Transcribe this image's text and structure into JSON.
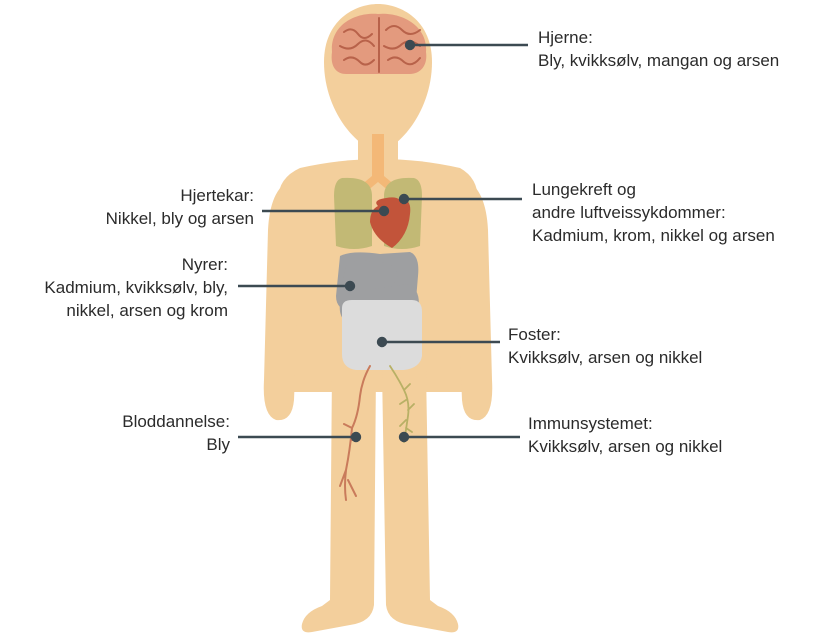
{
  "colors": {
    "skin": "#f3cf9c",
    "brain": "#e39a7e",
    "brain_lines": "#b8624a",
    "lungs": "#c2b975",
    "heart": "#c2543a",
    "trachea": "#f3b877",
    "organs_grey": "#9e9fa1",
    "stomach_grey": "#c9cacc",
    "fetus_grey": "#dcdcdc",
    "blood_vessel": "#c97b5b",
    "lymph": "#b8b065",
    "leader_line": "#3c4a52",
    "text": "#2b2b2b"
  },
  "labels": {
    "brain": {
      "title": "Hjerne:",
      "detail": "Bly, kvikksølv, mangan og arsen"
    },
    "lungs": {
      "line1": "Lungekreft og",
      "line2": "andre luftveissykdommer:",
      "detail": "Kadmium, krom, nikkel og arsen"
    },
    "heart": {
      "title": "Hjertekar:",
      "detail": "Nikkel, bly og arsen"
    },
    "kidneys": {
      "title": "Nyrer:",
      "line2": "Kadmium, kvikksølv, bly,",
      "detail": "nikkel, arsen og krom"
    },
    "fetus": {
      "title": "Foster:",
      "detail": "Kvikksølv, arsen og nikkel"
    },
    "blood": {
      "title": "Bloddannelse:",
      "detail": "Bly"
    },
    "immune": {
      "title": "Immunsystemet:",
      "detail": "Kvikksølv, arsen og nikkel"
    }
  }
}
